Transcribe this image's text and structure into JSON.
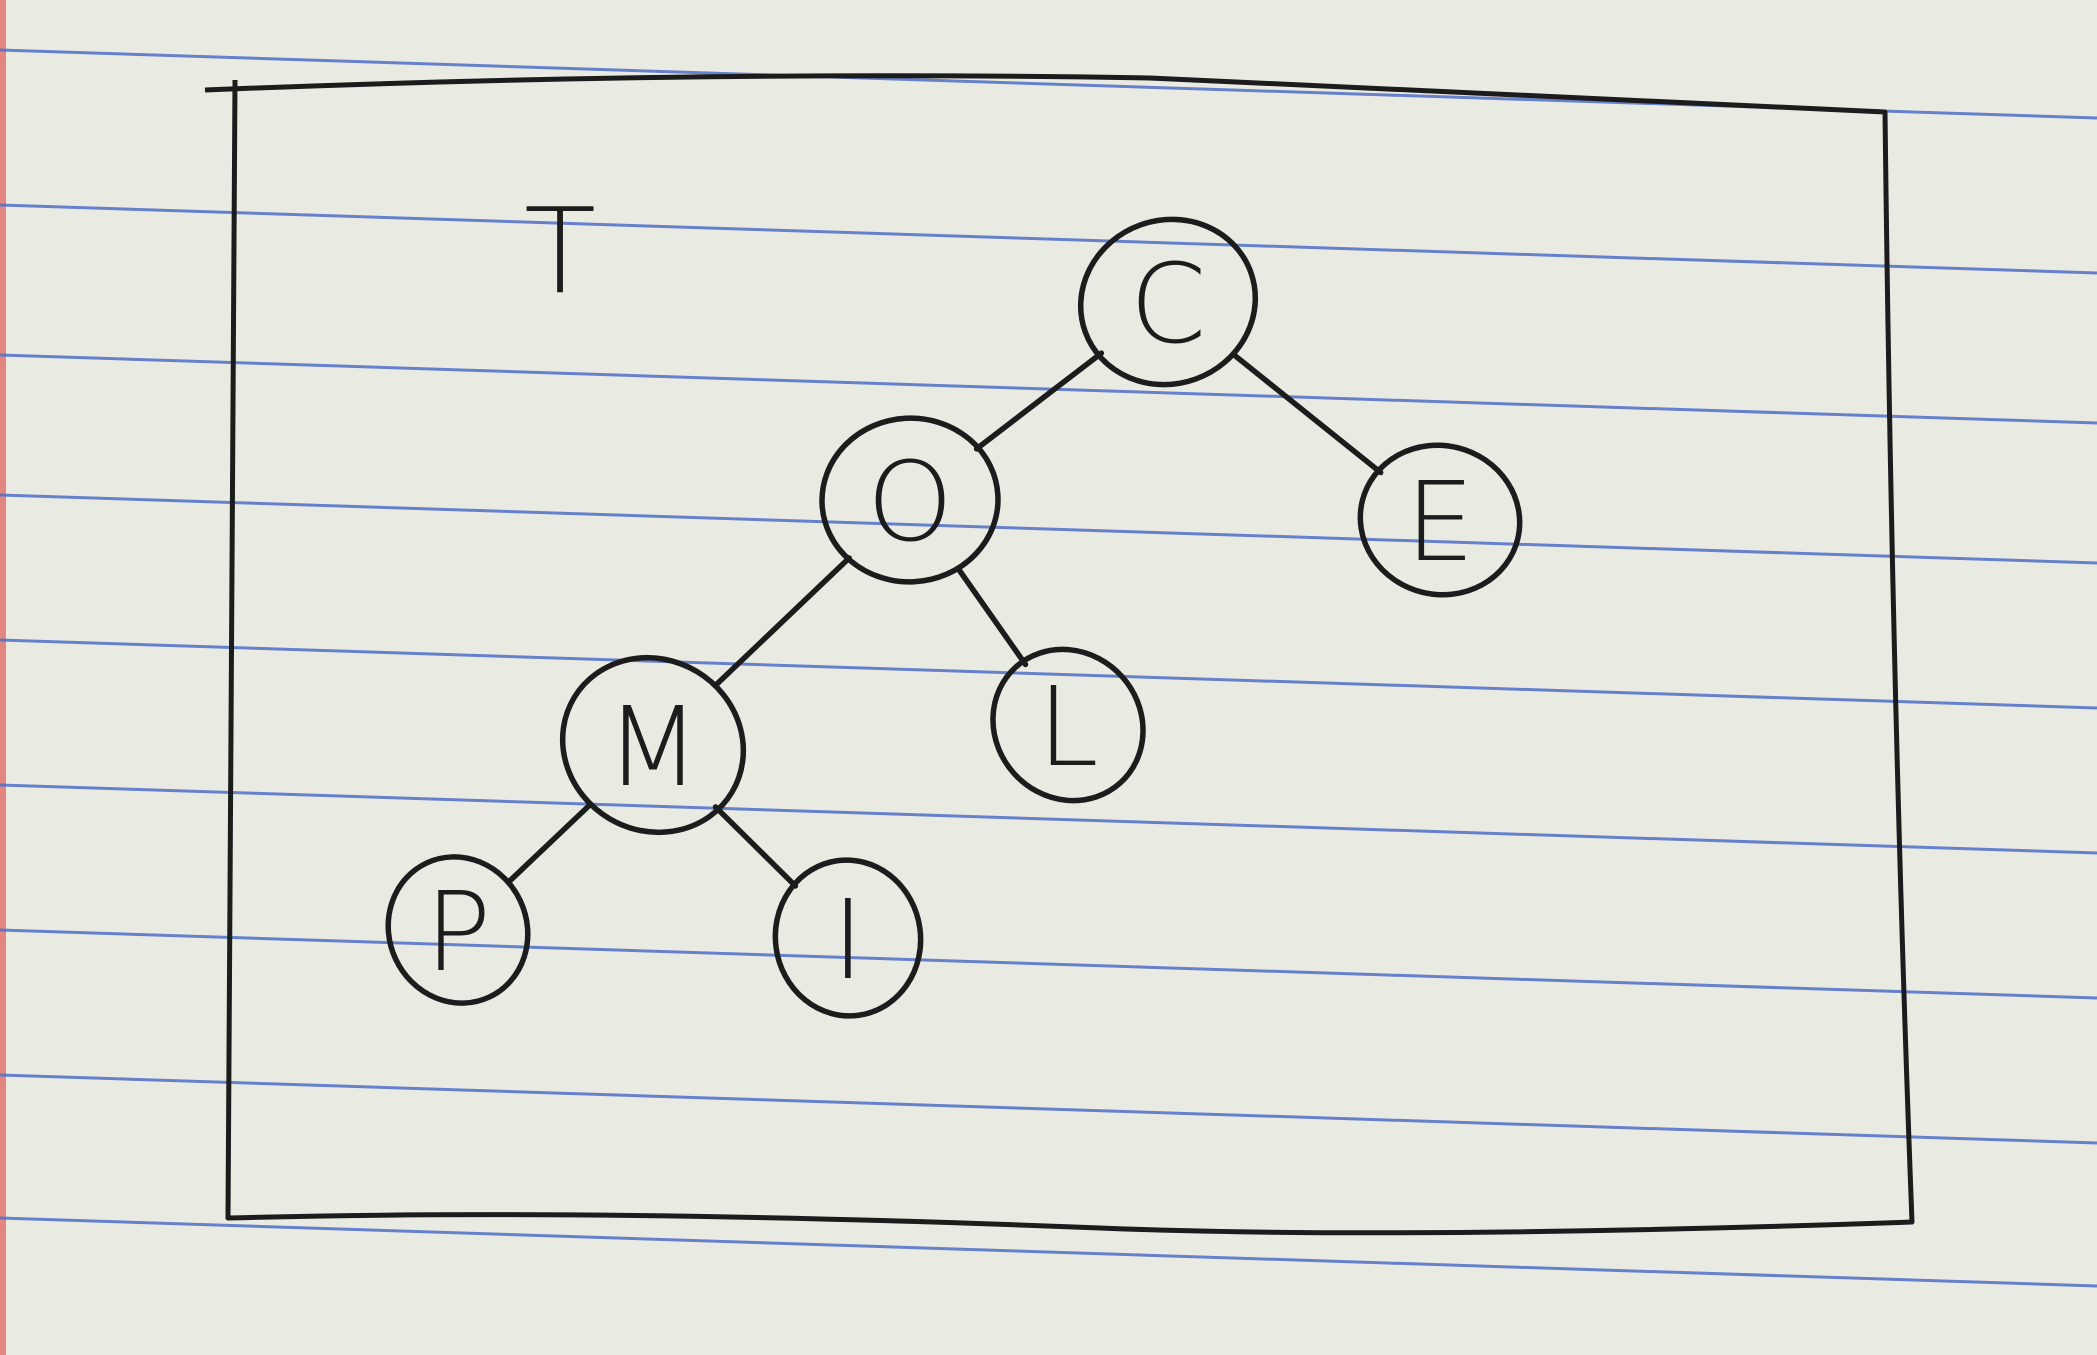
{
  "diagram": {
    "tree_label": "T",
    "root": "C",
    "nodes": [
      {
        "id": "C",
        "label": "C"
      },
      {
        "id": "O",
        "label": "O"
      },
      {
        "id": "E",
        "label": "E"
      },
      {
        "id": "M",
        "label": "M"
      },
      {
        "id": "L",
        "label": "L"
      },
      {
        "id": "P",
        "label": "P"
      },
      {
        "id": "I",
        "label": "I"
      }
    ],
    "edges": [
      {
        "from": "C",
        "to": "O"
      },
      {
        "from": "C",
        "to": "E"
      },
      {
        "from": "O",
        "to": "M"
      },
      {
        "from": "O",
        "to": "L"
      },
      {
        "from": "M",
        "to": "P"
      },
      {
        "from": "M",
        "to": "I"
      }
    ]
  },
  "colors": {
    "paper": "#e9ebe3",
    "rule_line": "#4f6fc9",
    "ink": "#1c1c1c",
    "margin_edge": "#e3867f"
  }
}
